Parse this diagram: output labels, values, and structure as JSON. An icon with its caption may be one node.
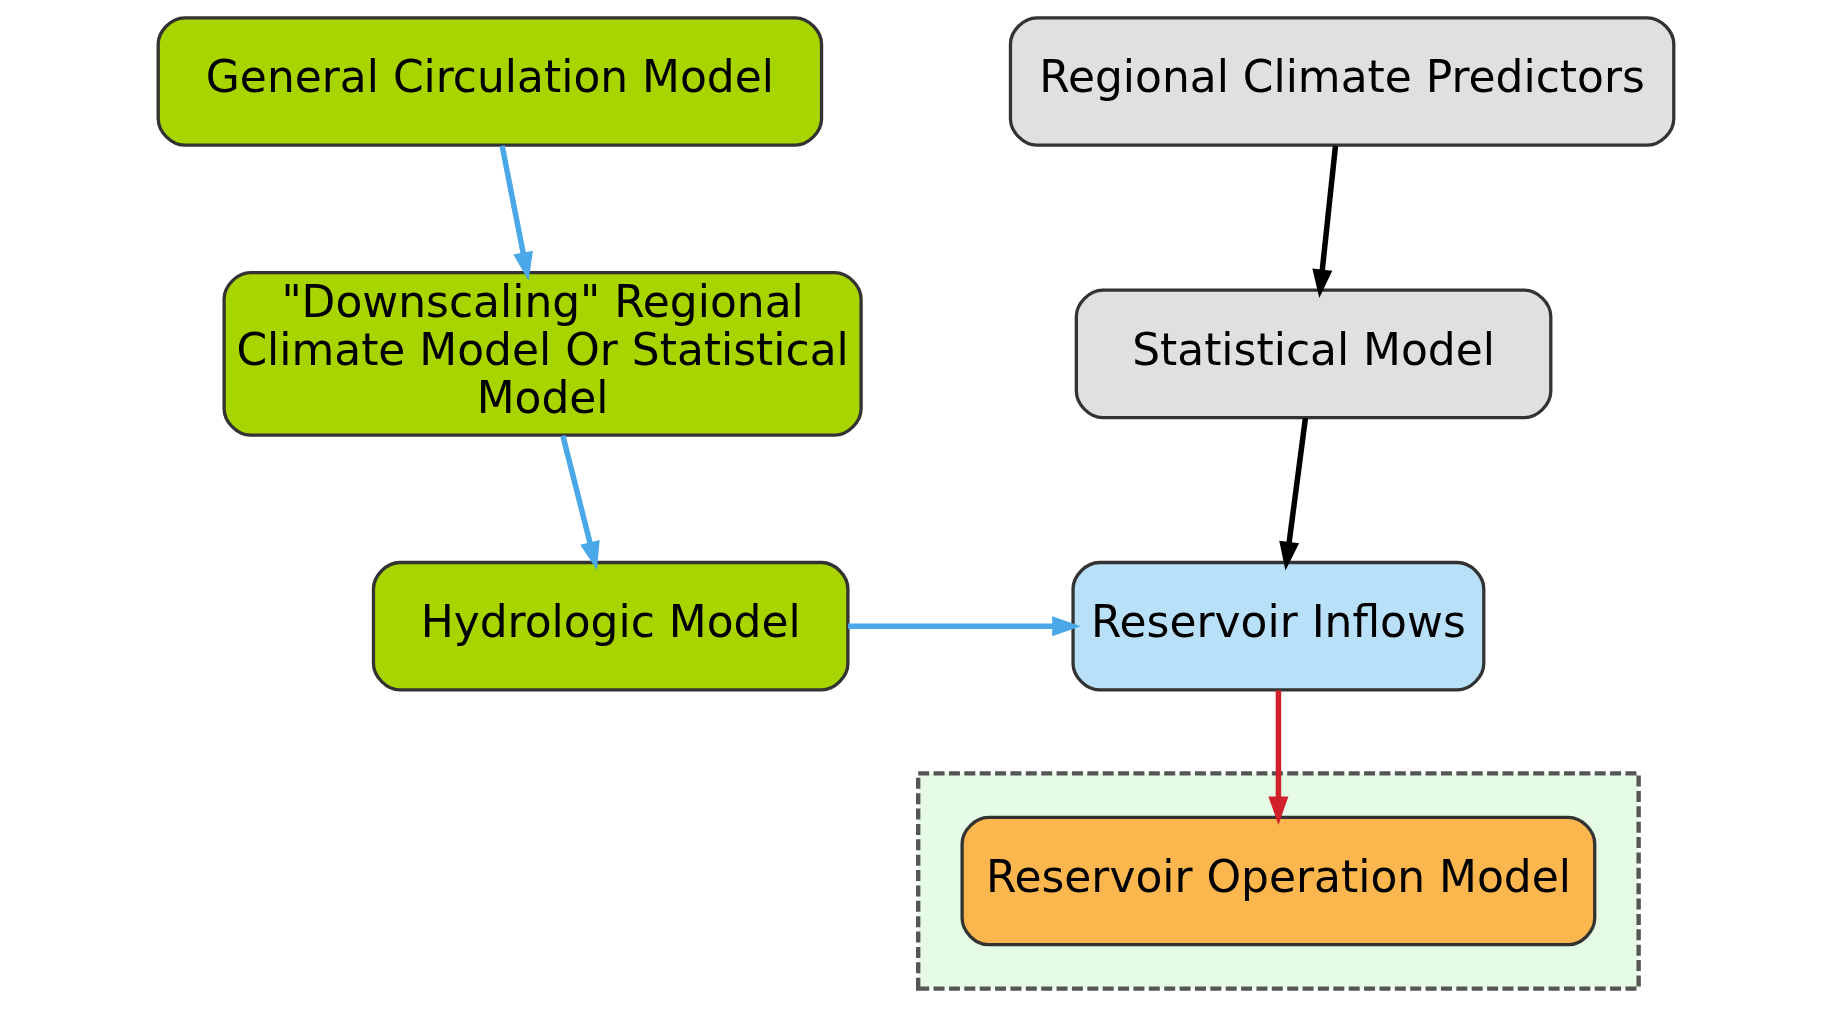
{
  "diagram": {
    "nodes": [
      {
        "text": [
          "General Circulation Model"
        ]
      },
      {
        "text": [
          "\"Downscaling\" Regional Climate Model Or Statistical Model"
        ]
      },
      {
        "text": [
          "Hydrologic Model"
        ]
      },
      {
        "text": [
          "Regional Climate Predictors"
        ]
      },
      {
        "text": [
          "Statistical Model"
        ]
      },
      {
        "text": [
          "Reservoir Inflows"
        ]
      },
      {
        "text": [],
        "shape": "box"
      },
      {
        "text": [
          "Reservoir Operation Model"
        ],
        "in": 6
      }
    ],
    "edges": [
      {
        "from": 0,
        "to": 1,
        "arrow": "to"
      },
      {
        "from": 1,
        "to": 2,
        "arrow": "to"
      },
      {
        "from": 3,
        "to": 4,
        "arrow": "to",
        "color": "#000000"
      },
      {
        "from": 2,
        "to": 5,
        "arrow": "to"
      },
      {
        "from": 4,
        "to": 5,
        "arrow": "to",
        "color": "#000000"
      },
      {
        "from": 5,
        "to": 7,
        "arrow": "to",
        "color": "#d0202a"
      }
    ]
  }
}
